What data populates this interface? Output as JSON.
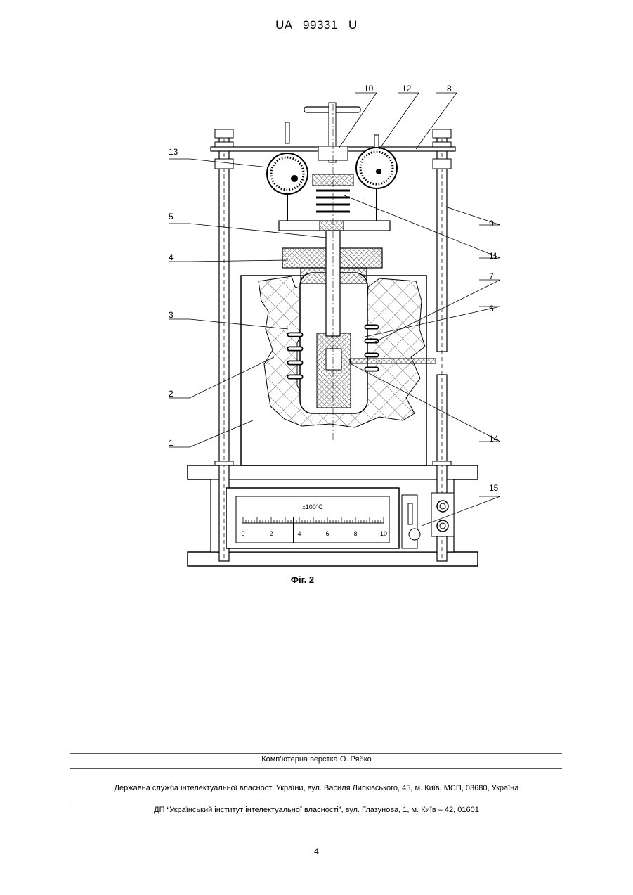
{
  "header": {
    "patent_id": "UA   99331   U"
  },
  "figure": {
    "caption": "Фіг. 2",
    "callouts": [
      "1",
      "2",
      "3",
      "4",
      "5",
      "6",
      "7",
      "8",
      "9",
      "10",
      "11",
      "12",
      "13",
      "14",
      "15"
    ],
    "scale_unit": "x100°C",
    "scale_ticks": [
      "0",
      "2",
      "4",
      "6",
      "8",
      "10"
    ]
  },
  "footer": {
    "typesetting": "Комп’ютерна верстка  О. Рябко",
    "agency": "Державна служба інтелектуальної власності України, вул. Василя Липківського, 45, м. Київ, МСП, 03680, Україна",
    "institute": "ДП “Український інститут інтелектуальної власності”, вул. Глазунова, 1, м. Київ – 42, 01601"
  },
  "page_number": "4"
}
